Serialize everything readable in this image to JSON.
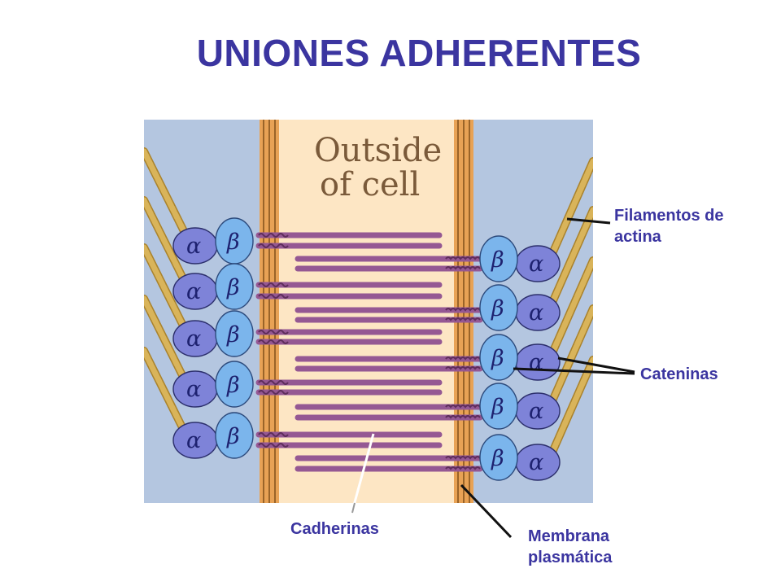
{
  "title": "UNIONES ADHERENTES",
  "figure": {
    "inner_label_line1": "Outside",
    "inner_label_line2": "of cell",
    "alpha_symbol": "α",
    "beta_symbol": "β"
  },
  "labels": {
    "actin_line1": "Filamentos de",
    "actin_line2": "actina",
    "catenins": "Cateninas",
    "cadherins": "Cadherinas",
    "membrane_line1": "Membrana",
    "membrane_line2": "plasmática"
  },
  "colors": {
    "title": "#3b35a0",
    "background": "#b4c6e0",
    "extracellular": "#fde6c4",
    "membrane": "#e8a255",
    "cadherin": "#955893",
    "beta_catenin": "#7bb5ec",
    "alpha_catenin": "#7e83d8",
    "actin": "#d9b45a"
  }
}
